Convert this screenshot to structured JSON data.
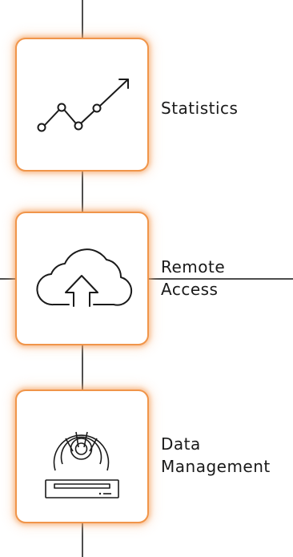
{
  "items": [
    {
      "label_lines": [
        "Statistics"
      ],
      "icon": "trend-chart-icon"
    },
    {
      "label_lines": [
        "Remote",
        "Access"
      ],
      "icon": "cloud-upload-icon"
    },
    {
      "label_lines": [
        "Data",
        "Management"
      ],
      "icon": "disc-drive-icon"
    }
  ],
  "colors": {
    "card_border": "#f0954a",
    "connector": "#4d4d4d",
    "icon_stroke": "#1a1a1a",
    "text": "#1a1a1a"
  }
}
